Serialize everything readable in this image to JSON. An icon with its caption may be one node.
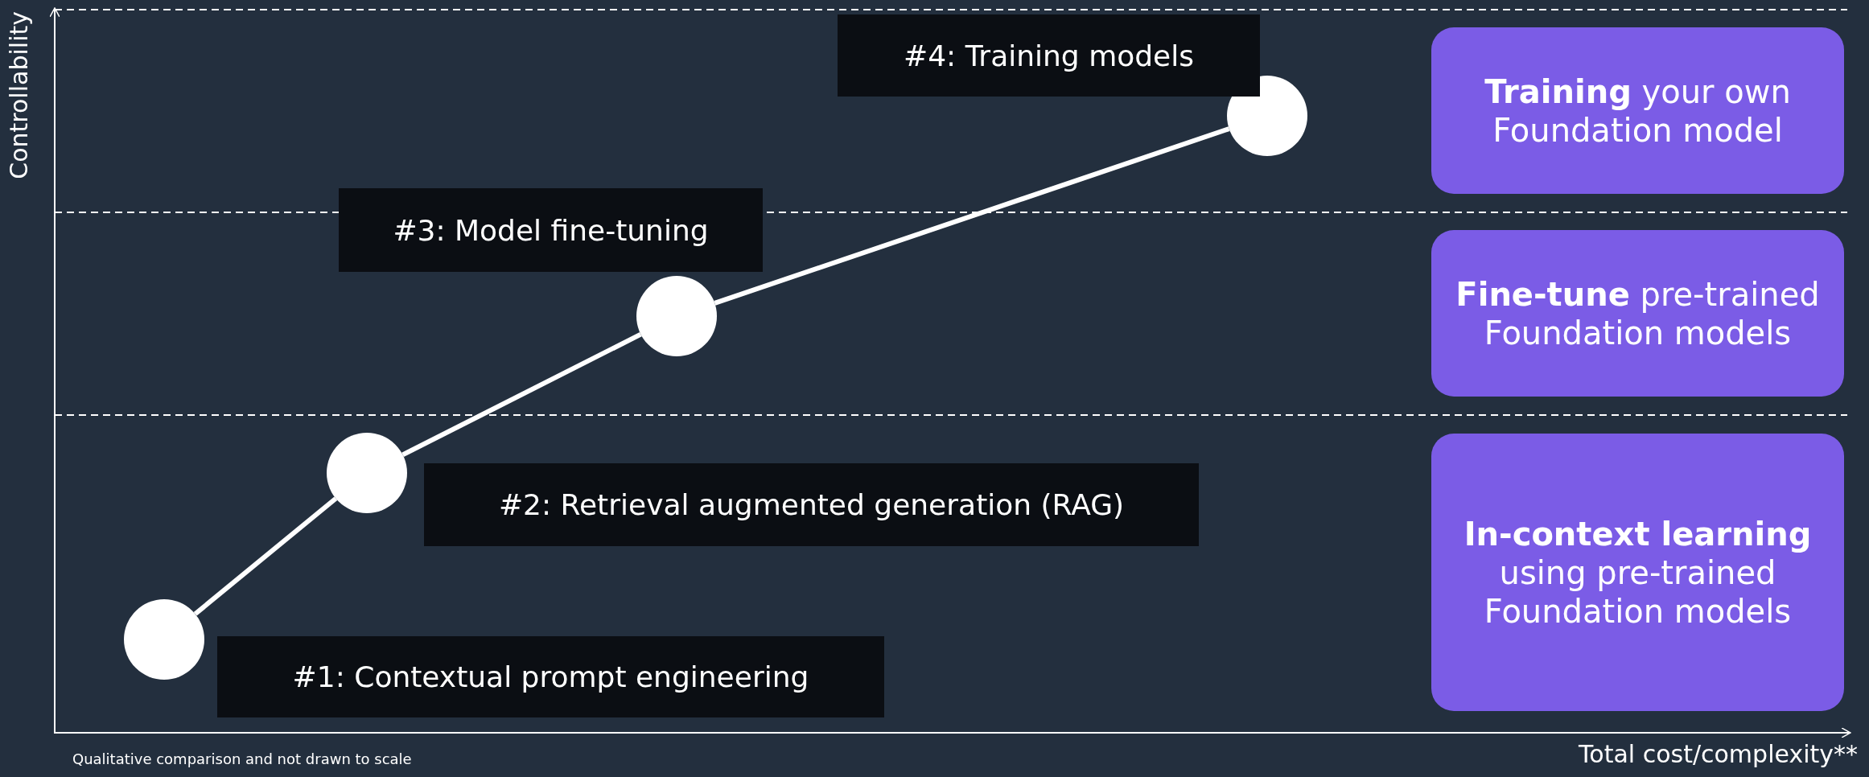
{
  "diagram": {
    "nodes": [
      {
        "text": [],
        "shape": "circle"
      },
      {
        "text": [],
        "shape": "circle"
      },
      {
        "text": [],
        "shape": "circle"
      },
      {
        "text": [],
        "shape": "circle"
      },
      {
        "text": [
          "#4: Training models"
        ]
      },
      {
        "text": [
          "#3: Model fine-tuning"
        ]
      },
      {
        "text": [
          "#2: Retrieval augmented generation (RAG)"
        ]
      },
      {
        "text": [
          "#1: Contextual prompt engineering"
        ]
      },
      {
        "text": [
          "**Training** your own Foundation model"
        ]
      },
      {
        "text": [
          "**Fine-tune** pre-trained Foundation models"
        ]
      },
      {
        "text": [
          "**In-context learning** using pre-trained Foundation models"
        ]
      }
    ],
    "edges": [
      {
        "from": 0,
        "to": 1,
        "arrow": "none"
      },
      {
        "from": 1,
        "to": 2,
        "arrow": "none"
      },
      {
        "from": 2,
        "to": 3,
        "arrow": "none"
      }
    ],
    "labels": [
      "Controllability",
      "Total cost/complexity**",
      "Qualitative comparison and not drawn to scale"
    ]
  }
}
